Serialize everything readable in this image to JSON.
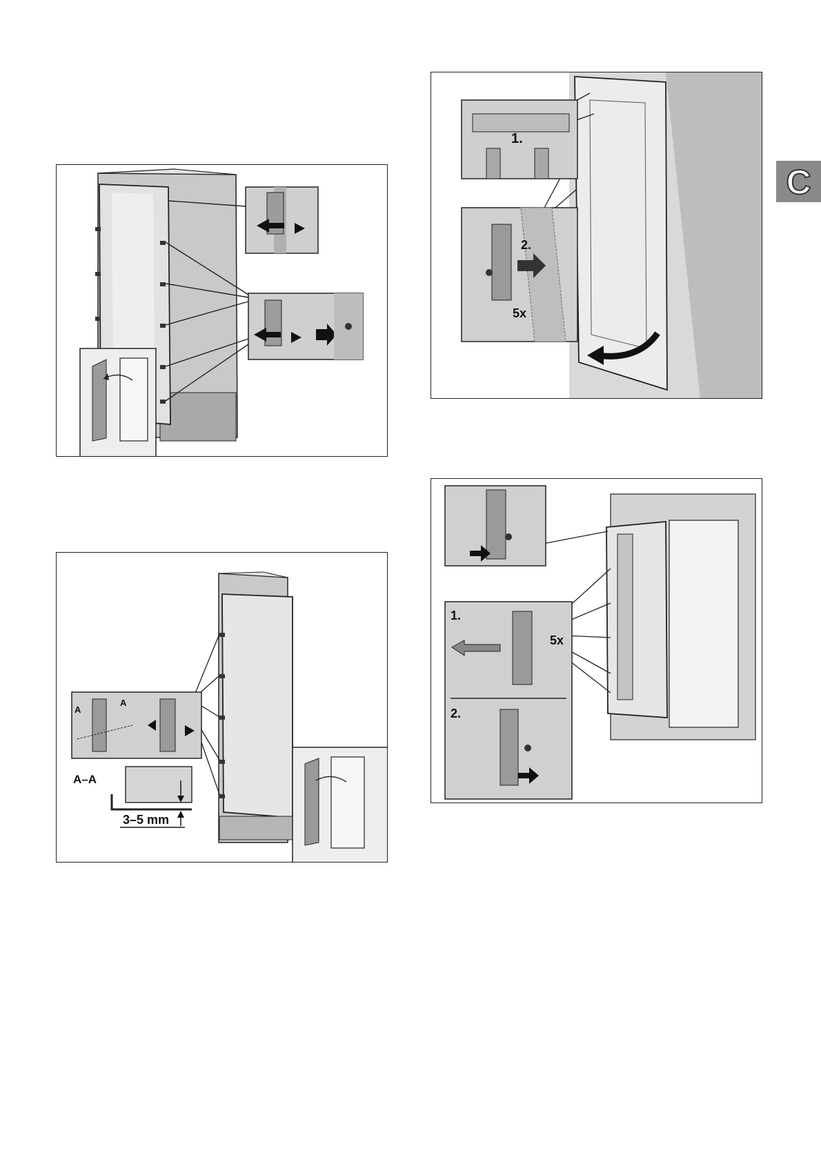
{
  "section_tab": {
    "letter": "C",
    "color": "#8a8a8a"
  },
  "figures": {
    "fig1": {},
    "fig2": {
      "step1": "1.",
      "step2": "2.",
      "count": "5x"
    },
    "fig3": {
      "label_a1": "A",
      "label_a2": "A",
      "section": "A–A",
      "gap": "3–5 mm"
    },
    "fig4": {
      "step1": "1.",
      "step2": "2.",
      "count": "5x"
    }
  },
  "colors": {
    "panel": "#d4d4d4",
    "panel_dark": "#9a9a9a",
    "metal": "#b8b8b8",
    "outline": "#222222",
    "arrow": "#1a1a1a"
  }
}
